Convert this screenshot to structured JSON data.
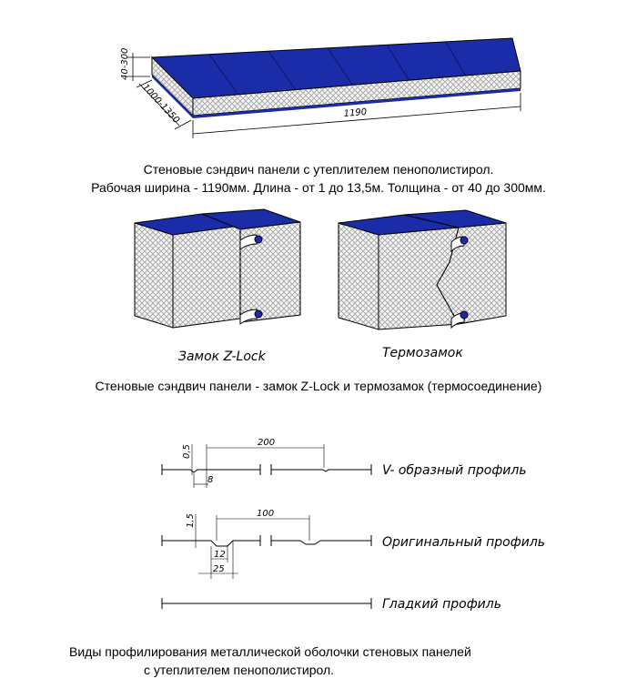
{
  "top_panel": {
    "dim_thickness": "40-300",
    "dim_width": "1000-1350",
    "dim_length": "1190",
    "caption_line1": "Стеновые сэндвич панели с утеплителем пенополистирол.",
    "caption_line2": "Рабочая ширина - 1190мм.   Длина - от 1 до 13,5м.   Толщина - от 40 до 300мм."
  },
  "locks": {
    "zlock_label": "Замок  Z-Lock",
    "thermo_label": "Термозамок",
    "caption": "Стеновые сэндвич панели  - замок Z-Lock и термозамок (термосоединение)"
  },
  "profiles": {
    "v_profile": {
      "label": "V- образный профиль",
      "dim_depth": "0,5",
      "dim_pitch": "200",
      "dim_width": "8"
    },
    "original_profile": {
      "label": "Оригинальный профиль",
      "dim_depth": "1,5",
      "dim_pitch": "100",
      "dim_inner": "12",
      "dim_outer": "25"
    },
    "smooth_profile": {
      "label": "Гладкий профиль"
    },
    "caption_line1": "Виды профилирования металлической оболочки стеновых панелей",
    "caption_line2": "с утеплителем пенополистирол."
  },
  "colors": {
    "panel_blue": "#1a2ca8",
    "foam": "#e8e8e8",
    "line": "#000000"
  }
}
